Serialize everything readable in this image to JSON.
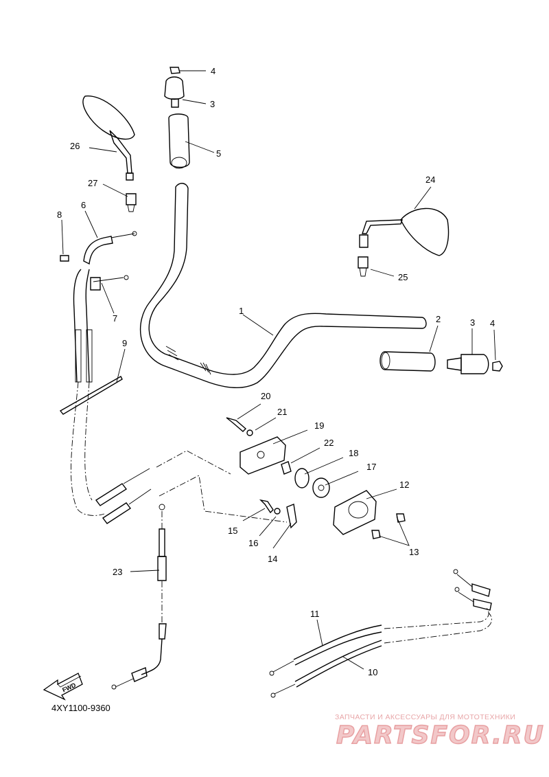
{
  "labels": {
    "p1": "1",
    "p2": "2",
    "p3a": "3",
    "p3b": "3",
    "p4a": "4",
    "p4b": "4",
    "p5": "5",
    "p6": "6",
    "p7": "7",
    "p8": "8",
    "p9": "9",
    "p10": "10",
    "p11": "11",
    "p12": "12",
    "p13": "13",
    "p14": "14",
    "p15": "15",
    "p16": "16",
    "p17": "17",
    "p18": "18",
    "p19": "19",
    "p20": "20",
    "p21": "21",
    "p22": "22",
    "p23": "23",
    "p24": "24",
    "p25": "25",
    "p26": "26",
    "p27": "27"
  },
  "fwd_label": "FWD",
  "diagram_code": "4XY1100-9360",
  "watermark": {
    "caption": "ЗАПЧАСТИ И АКСЕССУАРЫ ДЛЯ МОТОТЕХНИКИ",
    "brand": "PARTSFOR.RU",
    "color": "#e8a0a2"
  }
}
